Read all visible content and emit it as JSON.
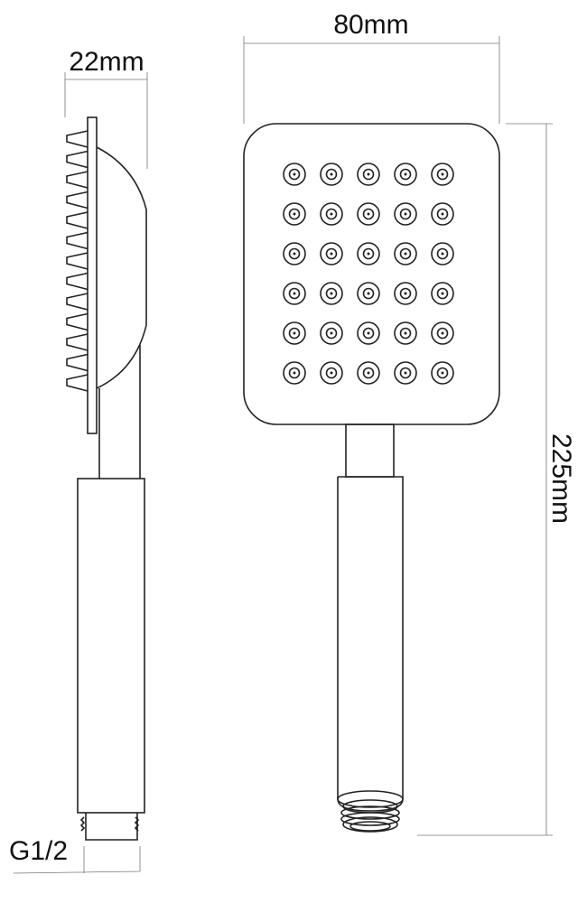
{
  "dimensions": {
    "depth": "22mm",
    "width": "80mm",
    "length": "225mm",
    "thread": "G1/2"
  },
  "nozzle_grid": {
    "columns": 5,
    "rows": 6
  }
}
